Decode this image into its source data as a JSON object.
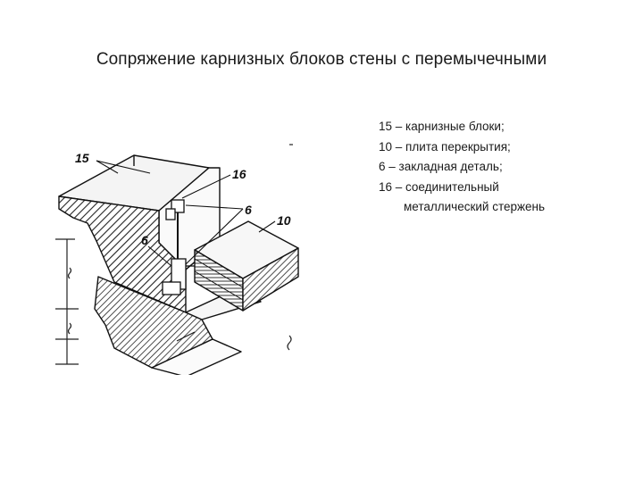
{
  "title": "Сопряжение карнизных блоков стены с перемычечными",
  "legend": {
    "items": [
      {
        "text": "15 – карнизные блоки;"
      },
      {
        "text": "10 – плита перекрытия;"
      },
      {
        "text": "6 – закладная деталь;"
      },
      {
        "text": "16 – соединительный",
        "cont": "металлический стержень"
      }
    ]
  },
  "callouts": {
    "c15": "15",
    "c16": "16",
    "c6a": "6",
    "c6b": "6",
    "c10": "10"
  },
  "colors": {
    "ink": "#1a1a1a",
    "paper": "#ffffff"
  }
}
